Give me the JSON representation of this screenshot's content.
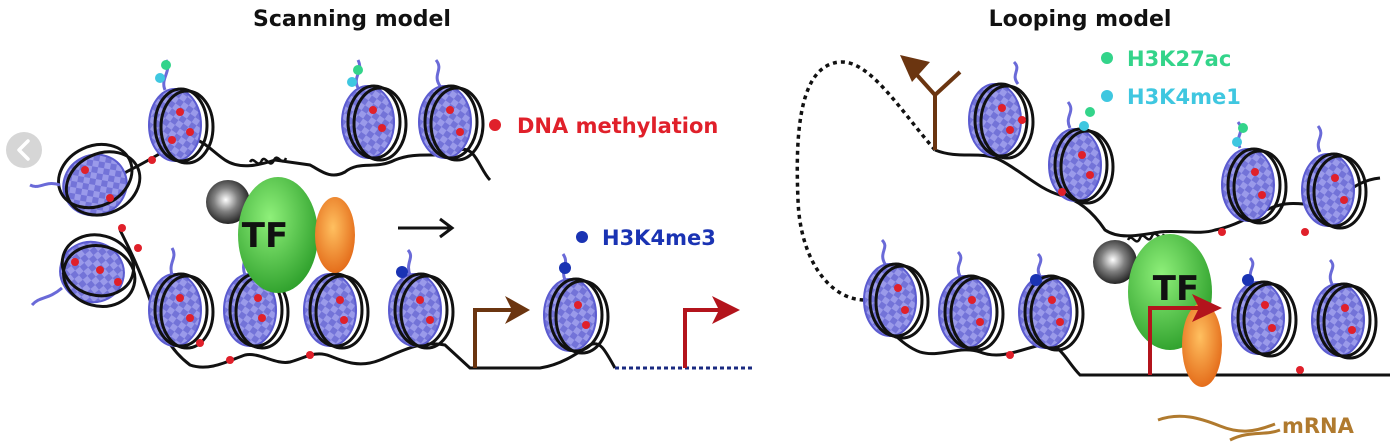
{
  "panels": {
    "scanning": {
      "title": "Scanning model"
    },
    "looping": {
      "title": "Looping model"
    }
  },
  "legend": {
    "dna_methylation": {
      "label": "DNA methylation",
      "color": "#e0202a"
    },
    "h3k4me3": {
      "label": "H3K4me3",
      "color": "#1a33b3"
    },
    "h3k27ac": {
      "label": "H3K27ac",
      "color": "#33d48a"
    },
    "h3k4me1": {
      "label": "H3K4me1",
      "color": "#3fc7e0"
    }
  },
  "tf": {
    "label": "TF"
  },
  "mrna": {
    "label": "mRNA",
    "color": "#b07a2e"
  },
  "colors": {
    "histone": "#8e8ee6",
    "histone_dark": "#5b5bd0",
    "tf": "#3fb83a",
    "cofactor": "#f07a1a",
    "arrow_brown": "#6b3510",
    "arrow_red": "#b3141c"
  },
  "icons": {
    "back": "chevron-left-icon"
  }
}
